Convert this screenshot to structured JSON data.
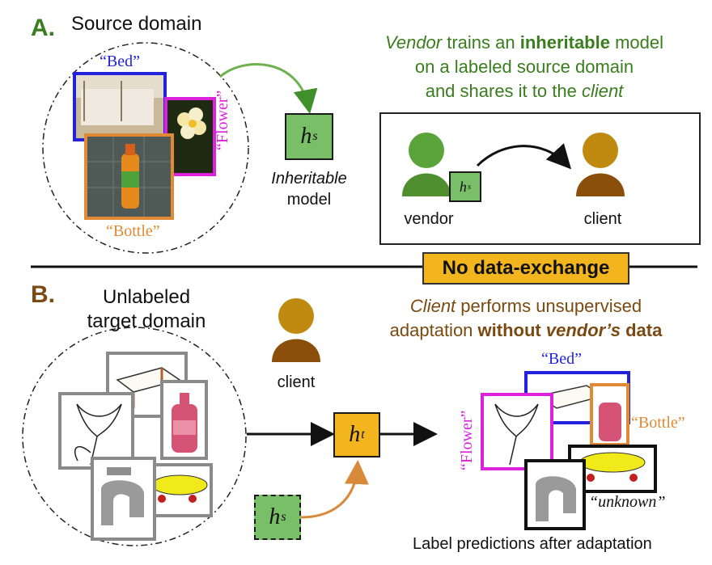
{
  "section_a": {
    "letter": "A.",
    "title": "Source domain",
    "labels": {
      "bed": "“Bed”",
      "flower": "“Flower”",
      "bottle": "“Bottle”"
    },
    "model": {
      "symbol": "h",
      "subscript": "s",
      "caption_line1": "Inheritable",
      "caption_line2": "model"
    },
    "description": {
      "line1_italic": "Vendor",
      "line1_rest": " trains an ",
      "line1_bold": "inheritable",
      "line1_end": " model",
      "line2": "on a labeled source domain",
      "line3_start": "and shares it to the ",
      "line3_italic": "client"
    },
    "vendor_label": "vendor",
    "client_label": "client",
    "mini_model": {
      "symbol": "h",
      "subscript": "s"
    }
  },
  "divider_badge": "No data-exchange",
  "section_b": {
    "letter": "B.",
    "title_line1": "Unlabeled",
    "title_line2": "target domain",
    "client_label": "client",
    "target_model": {
      "symbol": "h",
      "subscript": "t"
    },
    "source_model": {
      "symbol": "h",
      "subscript": "s"
    },
    "description": {
      "line1_italic": "Client",
      "line1_rest": " performs unsupervised",
      "line2_start": "adaptation ",
      "line2_bold": "without ",
      "line2_bold_italic": "vendor’s",
      "line2_bold_end": " data"
    },
    "predicted_labels": {
      "bed": "“Bed”",
      "flower": "“Flower”",
      "bottle": "“Bottle”",
      "unknown": "“unknown”"
    },
    "caption": "Label predictions after adaptation"
  },
  "colors": {
    "green_text": "#3a7d1e",
    "brown_text": "#7a4a12",
    "vendor_green": "#5aa33a",
    "client_gold": "#c08a10",
    "client_brown": "#8b4f0c",
    "model_green": "#79bf67",
    "model_gold": "#f2b51e",
    "bed_blue": "#2222dd",
    "flower_magenta": "#dd22dd",
    "bottle_orange": "#e08a35",
    "badge_gold": "#f2b51e"
  }
}
